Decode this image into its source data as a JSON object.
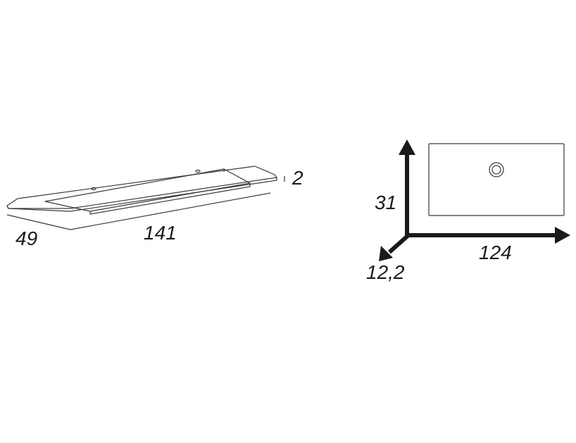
{
  "left_drawing": {
    "depth": "49",
    "length": "141",
    "thickness": "2"
  },
  "right_drawing": {
    "height": "31",
    "width": "124",
    "depth": "12,2"
  },
  "colors": {
    "line": "#3a3a3a",
    "arrow": "#1a1a1a",
    "background": "#ffffff"
  }
}
